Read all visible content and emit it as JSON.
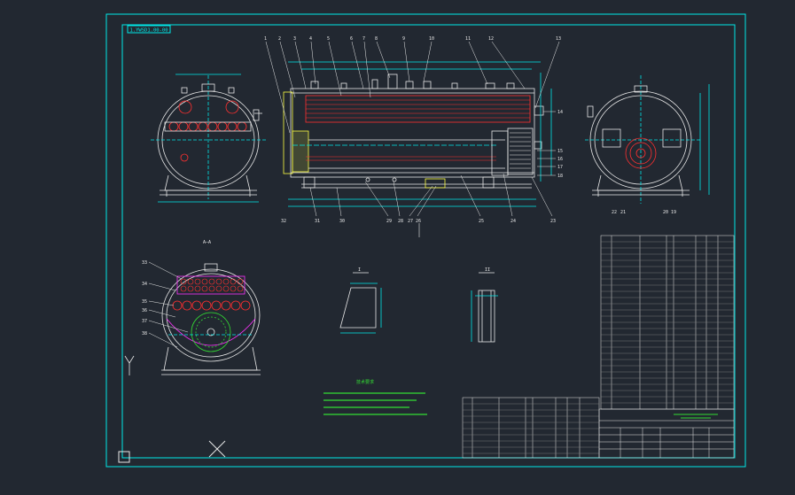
{
  "drawing": {
    "code_label": "1.YWSD1.00-00",
    "top_callouts": [
      "1",
      "2",
      "3",
      "4",
      "5",
      "6",
      "7",
      "8",
      "9",
      "10",
      "11",
      "12",
      "13"
    ],
    "right_callouts": [
      "14",
      "15",
      "16",
      "17",
      "18"
    ],
    "bottom_callouts": [
      "32",
      "31",
      "30",
      "29",
      "28",
      "27",
      "26",
      "25",
      "24",
      "23"
    ],
    "end_view_callouts": [
      "22",
      "21",
      "20",
      "19"
    ],
    "section_label": "A—A",
    "section_callouts": [
      "33",
      "34",
      "35",
      "36",
      "37",
      "38"
    ],
    "detail_views": [
      "I",
      "II"
    ],
    "notes_title": "技术要求"
  },
  "colors": {
    "background": "#222831",
    "frame": "#00e8e8",
    "lines": "#e8e8e8",
    "tubes": "#ff3030",
    "accent": "#ffff44",
    "green": "#33dd33",
    "magenta": "#ff33ff"
  }
}
